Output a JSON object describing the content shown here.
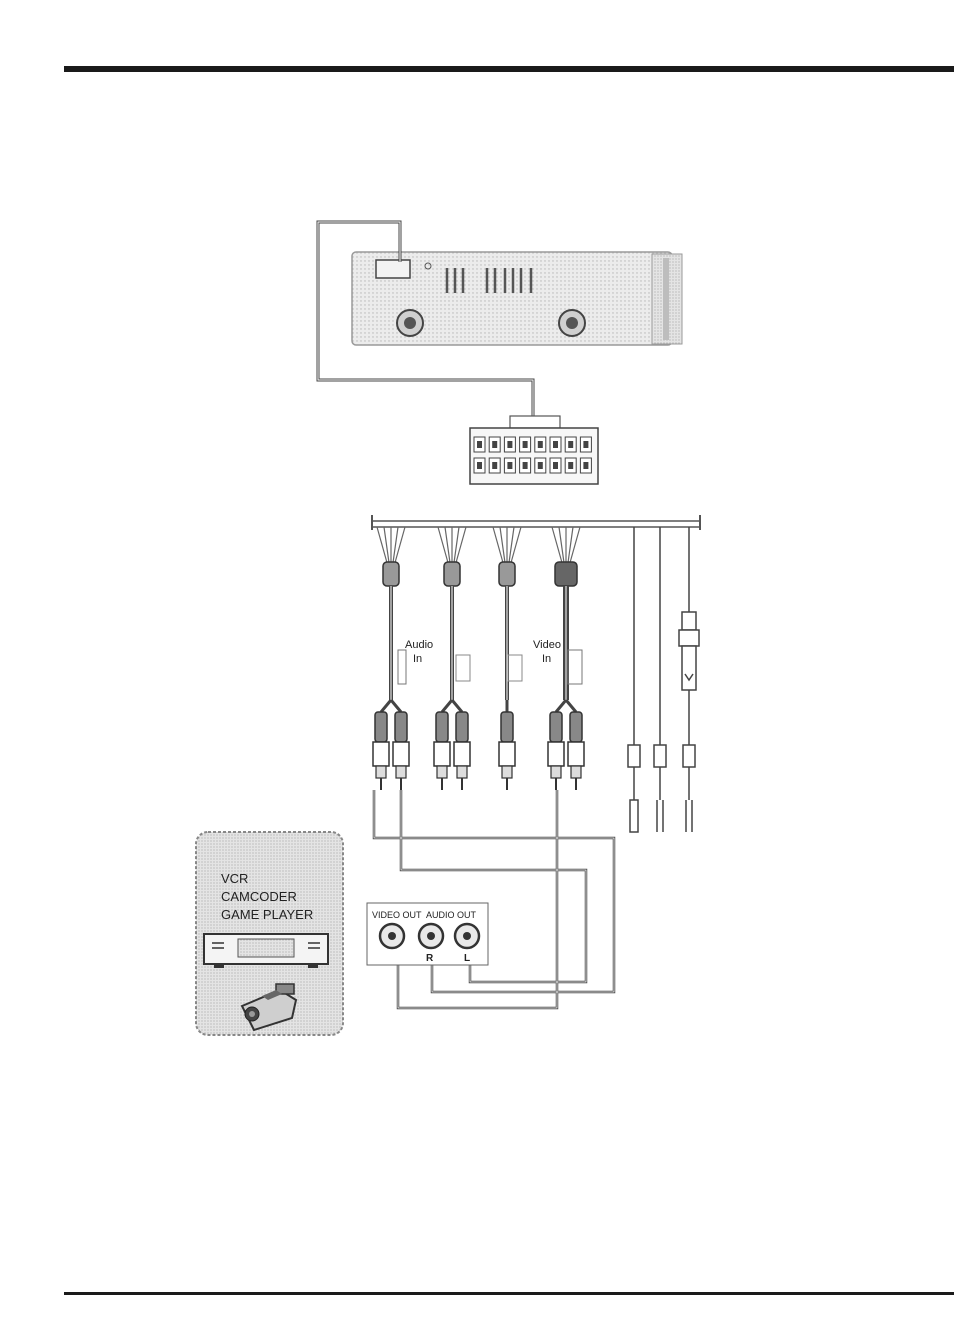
{
  "labels": {
    "audio_in_1": "Audio",
    "audio_in_2": "In",
    "video_in_1": "Video",
    "video_in_2": "In",
    "source_line1": "VCR",
    "source_line2": "CAMCODER",
    "source_line3": "GAME PLAYER",
    "video_out": "VIDEO OUT",
    "audio_out": "AUDIO OUT",
    "right": "R",
    "left": "L"
  },
  "colors": {
    "rule": "#1a1a1a",
    "line": "#333333",
    "device_fill": "#e2e2e2",
    "panel_fill": "#dcdcdc"
  }
}
